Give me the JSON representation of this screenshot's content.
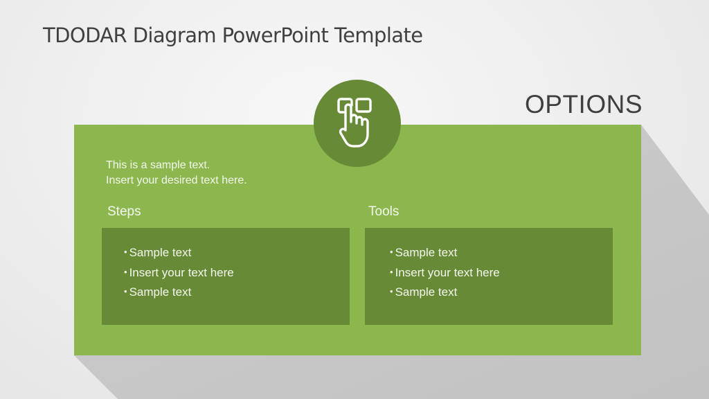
{
  "slide": {
    "title": "TDODAR Diagram PowerPoint Template",
    "colors": {
      "panel_green": "#8bb74e",
      "dark_green": "#668a36",
      "title_gray": "#404040",
      "shadow_gray": "#c9c9c9"
    }
  },
  "panel": {
    "label": "OPTIONS",
    "icon": "hand-pointer-select-icon",
    "intro_line1": "This is a sample text.",
    "intro_line2": "Insert your desired text here.",
    "sections": [
      {
        "title": "Steps",
        "bullet": "•",
        "items": [
          "Sample text",
          "Insert your text here",
          "Sample text"
        ]
      },
      {
        "title": "Tools",
        "bullet": "•",
        "items": [
          "Sample text",
          "Insert your text here",
          "Sample text"
        ]
      }
    ]
  }
}
